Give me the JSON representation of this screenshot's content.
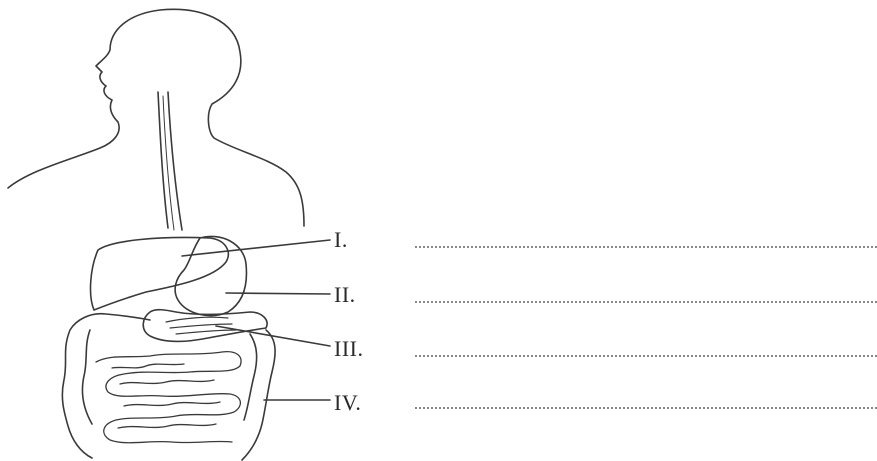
{
  "diagram": {
    "labels": [
      {
        "id": "I",
        "text": "I."
      },
      {
        "id": "II",
        "text": "II."
      },
      {
        "id": "III",
        "text": "III."
      },
      {
        "id": "IV",
        "text": "IV."
      }
    ],
    "answer_line_count": 4,
    "colors": {
      "outline": "#3a3a3a",
      "dotted_line": "#888888",
      "text": "#2a2a2a"
    }
  }
}
